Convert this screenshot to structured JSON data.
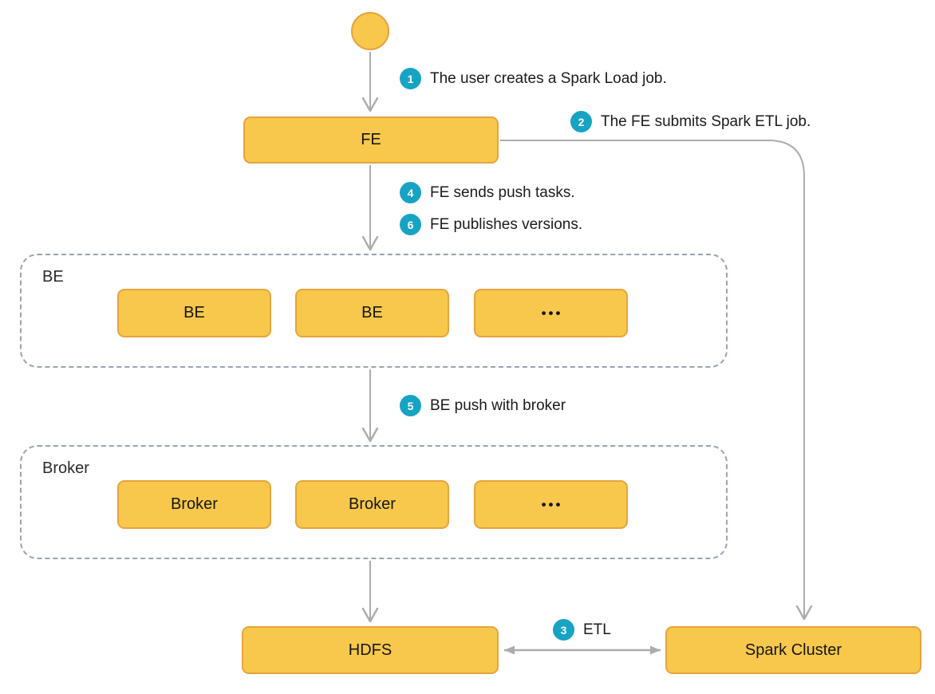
{
  "diagram": {
    "colors": {
      "node_fill": "#f7c84c",
      "node_border": "#e8a33c",
      "group_border": "#9aa3b5",
      "arrow": "#acacac",
      "badge": "#17a3c3",
      "text": "#1a1a1a",
      "background": "#ffffff"
    },
    "nodes": {
      "fe": {
        "label": "FE"
      },
      "hdfs": {
        "label": "HDFS"
      },
      "spark_cluster": {
        "label": "Spark Cluster"
      },
      "be_group": {
        "label": "BE",
        "items": [
          "BE",
          "BE",
          "•••"
        ]
      },
      "broker_group": {
        "label": "Broker",
        "items": [
          "Broker",
          "Broker",
          "•••"
        ]
      }
    },
    "steps": {
      "step1": {
        "num": "1",
        "text": "The user creates a Spark Load job."
      },
      "step2": {
        "num": "2",
        "text": "The FE submits Spark ETL job."
      },
      "step3": {
        "num": "3",
        "text": "ETL"
      },
      "step4": {
        "num": "4",
        "text": "FE sends push tasks."
      },
      "step5": {
        "num": "5",
        "text": "BE push with broker"
      },
      "step6": {
        "num": "6",
        "text": "FE publishes versions."
      }
    }
  }
}
